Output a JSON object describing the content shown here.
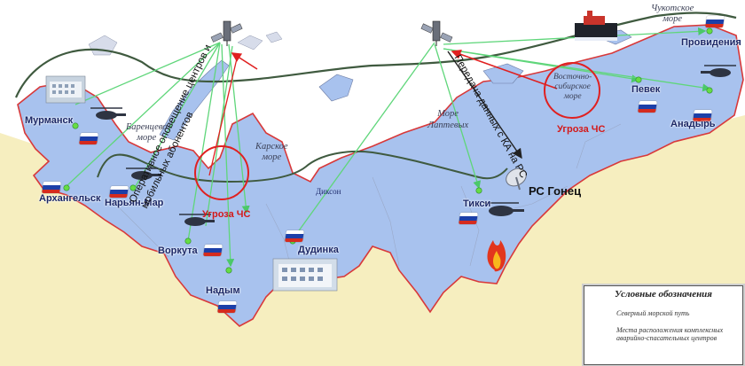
{
  "labels": {
    "seas": {
      "barents": "Баренцево\nморе",
      "kara": "Карское\nморе",
      "laptev": "Море\nЛаптевых",
      "east_siberian": "Восточно-\nсибирское\nморе",
      "chukchi": "Чукотское\nморе"
    },
    "cities": {
      "murmansk": "Мурманск",
      "arkhangelsk": "Архангельск",
      "naryan_mar": "Нарьян-Мар",
      "vorkuta": "Воркута",
      "nadym": "Надым",
      "dudinka": "Дудинка",
      "dikson": "Диксон",
      "tiksi": "Тикси",
      "pevek": "Певек",
      "anadyr": "Анадырь",
      "provideniya": "Провидения"
    },
    "threat_left": "Угроза ЧС",
    "threat_right": "Угроза ЧС",
    "gonets": "РС Гонец",
    "rotated_left": "Оперативное оповещение центров и\nмобильных абонентов",
    "rotated_right": "Передача данных с КА на РС"
  },
  "legend": {
    "title": "Условные обозначения",
    "route": "Северный морской путь",
    "centers": "Места расположения комплексных аварийно-спасательных центров"
  },
  "colors": {
    "ocean": "#ffffff",
    "arctic_zone": "#a9c3ee",
    "land": "#f5eec0",
    "border": "#d8393a",
    "route": "#3f5a3f",
    "link": "#5fd67a",
    "link_red": "#e02020",
    "center_dot": "#66dd44"
  }
}
